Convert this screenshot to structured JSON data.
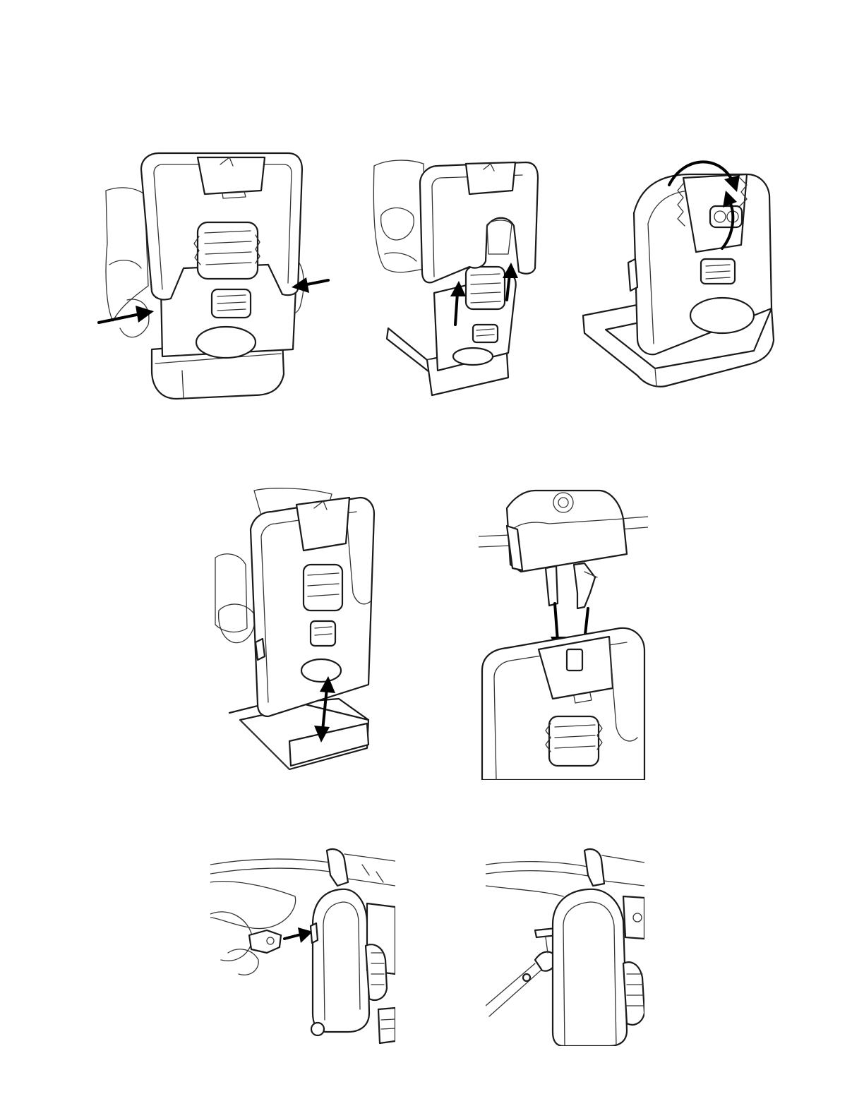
{
  "document": {
    "figures": [
      {
        "name": "squeeze-sides-release",
        "icon": "device-clip-squeeze"
      },
      {
        "name": "lift-clip-off-base",
        "icon": "device-clip-lift"
      },
      {
        "name": "rotate-clip",
        "icon": "device-clip-rotate"
      },
      {
        "name": "insert-into-base",
        "icon": "device-base-insert"
      },
      {
        "name": "attach-mount-clip",
        "icon": "mount-clip-attach"
      },
      {
        "name": "attach-lanyard-loop",
        "icon": "lanyard-attach"
      },
      {
        "name": "lanyard-attached",
        "icon": "lanyard-attached"
      }
    ]
  }
}
